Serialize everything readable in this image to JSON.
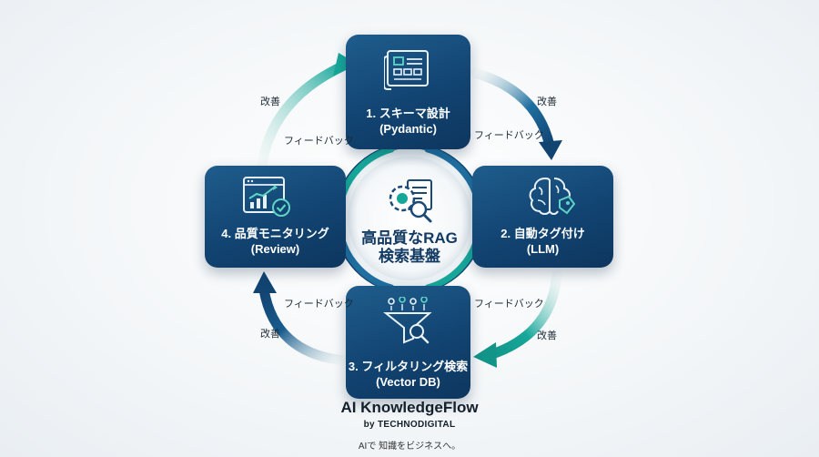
{
  "center": {
    "line1": "高品質なRAG",
    "line2": "検索基盤",
    "icon": "gear-document-magnifier-icon"
  },
  "steps": [
    {
      "line1": "1. スキーマ設計",
      "line2": "(Pydantic)",
      "icon": "blueprint-icon"
    },
    {
      "line1": "2. 自動タグ付け",
      "line2": "(LLM)",
      "icon": "brain-tag-icon"
    },
    {
      "line1": "3. フィルタリング検索",
      "line2": "(Vector DB)",
      "icon": "funnel-search-icon"
    },
    {
      "line1": "4. 品質モニタリング",
      "line2": "(Review)",
      "icon": "chart-check-icon"
    }
  ],
  "annotations": {
    "improve": "改善",
    "feedback": "フィードバック"
  },
  "colors": {
    "card": "#124472",
    "teal": "#17a79a",
    "navy": "#0d365e"
  },
  "brand": {
    "title": "AI KnowledgeFlow",
    "subtitle": "by TECHNODIGITAL",
    "tagline": "AIで 知識をビジネスへ。"
  }
}
